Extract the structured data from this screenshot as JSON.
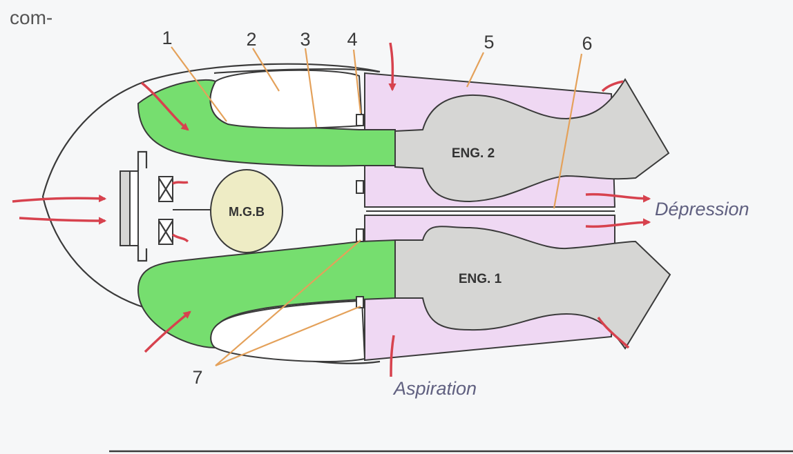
{
  "page_text": {
    "corner": "com-"
  },
  "labels": {
    "n1": "1",
    "n2": "2",
    "n3": "3",
    "n4": "4",
    "n5": "5",
    "n6": "6",
    "n7": "7",
    "eng2": "ENG. 2",
    "eng1": "ENG. 1",
    "mgb": "M.G.B",
    "depression": "Dépression",
    "aspiration": "Aspiration"
  },
  "colors": {
    "green_duct": "#76de6f",
    "pink_bay": "#efd8f3",
    "engine_grey": "#d6d6d4",
    "mgb_fill": "#eeecc5",
    "arrow_red": "#d7424e",
    "leader_orange": "#e4a15a"
  }
}
